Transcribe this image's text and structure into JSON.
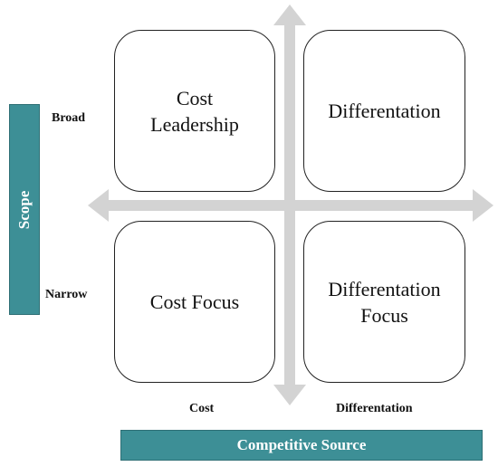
{
  "quadrants": {
    "top_left": "Cost\nLeadership",
    "top_right": "Differentation",
    "bottom_left": "Cost Focus",
    "bottom_right": "Differentation\nFocus"
  },
  "scope_axis": {
    "label": "Scope",
    "ticks": [
      "Broad",
      "Narrow"
    ]
  },
  "source_axis": {
    "label": "Competitive Source",
    "ticks": [
      "Cost",
      "Differentation"
    ]
  },
  "colors": {
    "label_bar": "#3d8f96",
    "arrow": "#d3d3d3",
    "box_border": "#222222"
  }
}
